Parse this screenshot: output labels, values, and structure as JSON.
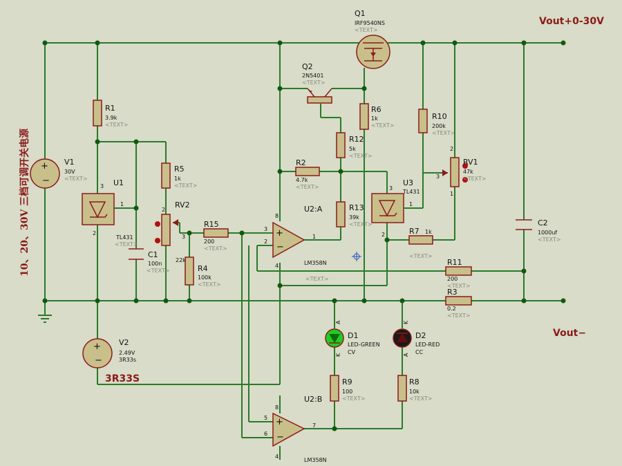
{
  "labels": {
    "vout_plus": "Vout+0-30V",
    "vout_minus": "Vout−",
    "net_3r33s": "3R33S",
    "side_note": "10、20、30V 三档可调开关电源"
  },
  "text_placeholder": "<TEXT>",
  "components": {
    "q1": {
      "ref": "Q1",
      "value": "IRF9540NS"
    },
    "q2": {
      "ref": "Q2",
      "value": "2N5401"
    },
    "v1": {
      "ref": "V1",
      "value": "30V"
    },
    "v2": {
      "ref": "V2",
      "value": "2.49V",
      "value2": "3R33s"
    },
    "r1": {
      "ref": "R1",
      "value": "3.9k"
    },
    "r2": {
      "ref": "R2",
      "value": "4.7k"
    },
    "r3": {
      "ref": "R3",
      "value": "0.2"
    },
    "r4": {
      "ref": "R4",
      "value": "100k",
      "extra": "22k"
    },
    "r5": {
      "ref": "R5",
      "value": "1k"
    },
    "r6": {
      "ref": "R6",
      "value": "1k"
    },
    "r7": {
      "ref": "R7",
      "value": "1k"
    },
    "r8": {
      "ref": "R8",
      "value": "10k"
    },
    "r9": {
      "ref": "R9",
      "value": "100"
    },
    "r10": {
      "ref": "R10",
      "value": "200k"
    },
    "r11": {
      "ref": "R11",
      "value": "200"
    },
    "r12": {
      "ref": "R12",
      "value": "5k"
    },
    "r13": {
      "ref": "R13",
      "value": "39k"
    },
    "r15": {
      "ref": "R15",
      "value": "200"
    },
    "rv1": {
      "ref": "RV1",
      "value": "47k"
    },
    "rv2": {
      "ref": "RV2"
    },
    "c1": {
      "ref": "C1",
      "value": "100n"
    },
    "c2": {
      "ref": "C2",
      "value": "1000uf"
    },
    "u1": {
      "ref": "U1",
      "value": "TL431"
    },
    "u3": {
      "ref": "U3",
      "value": "TL431"
    },
    "u2a": {
      "ref": "U2:A",
      "value": "LM358N"
    },
    "u2b": {
      "ref": "U2:B",
      "value": "LM358N"
    },
    "d1": {
      "ref": "D1",
      "value": "LED-GREEN",
      "value2": "CV"
    },
    "d2": {
      "ref": "D2",
      "value": "LED-RED",
      "value2": "CC"
    }
  },
  "pins": {
    "p1": "1",
    "p2": "2",
    "p3": "3",
    "p4": "4",
    "p5": "5",
    "p6": "6",
    "p7": "7",
    "p8": "8",
    "pa": "A",
    "pk": "K"
  },
  "colors": {
    "wire": "#2a7a2a",
    "component": "#8b1a1a",
    "body": "#c9bf8a",
    "led_green": "#22cc22",
    "led_red": "#1a1a1a"
  }
}
